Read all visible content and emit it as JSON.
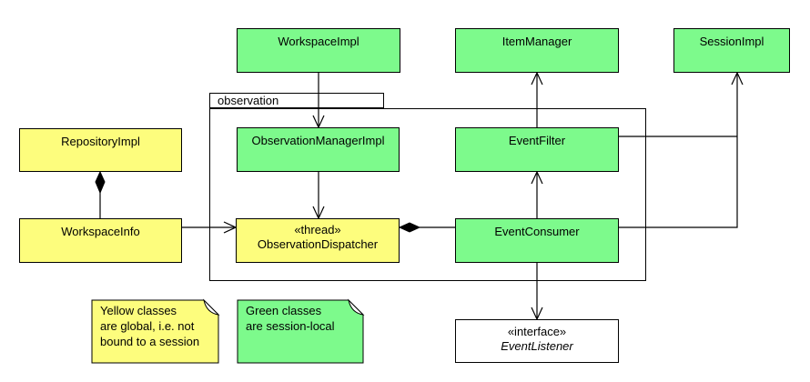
{
  "diagram": {
    "package": {
      "label": "observation"
    },
    "colors": {
      "green": "#7dfa8c",
      "yellow": "#fdfd7d",
      "line": "#000000",
      "background": "#ffffff"
    },
    "nodes": {
      "workspace_impl": {
        "label": "WorkspaceImpl"
      },
      "item_manager": {
        "label": "ItemManager"
      },
      "session_impl": {
        "label": "SessionImpl"
      },
      "repository_impl": {
        "label": "RepositoryImpl"
      },
      "observation_manager_impl": {
        "label": "ObservationManagerImpl"
      },
      "event_filter": {
        "label": "EventFilter"
      },
      "workspace_info": {
        "label": "WorkspaceInfo"
      },
      "observation_dispatcher": {
        "stereotype": "«thread»",
        "label": "ObservationDispatcher"
      },
      "event_consumer": {
        "label": "EventConsumer"
      },
      "event_listener": {
        "stereotype": "«interface»",
        "label": "EventListener"
      }
    },
    "notes": {
      "global_note": {
        "lines": [
          "Yellow classes",
          "are global, i.e. not",
          "bound to a session"
        ]
      },
      "session_note": {
        "lines": [
          "Green classes",
          "are session-local"
        ]
      }
    }
  }
}
